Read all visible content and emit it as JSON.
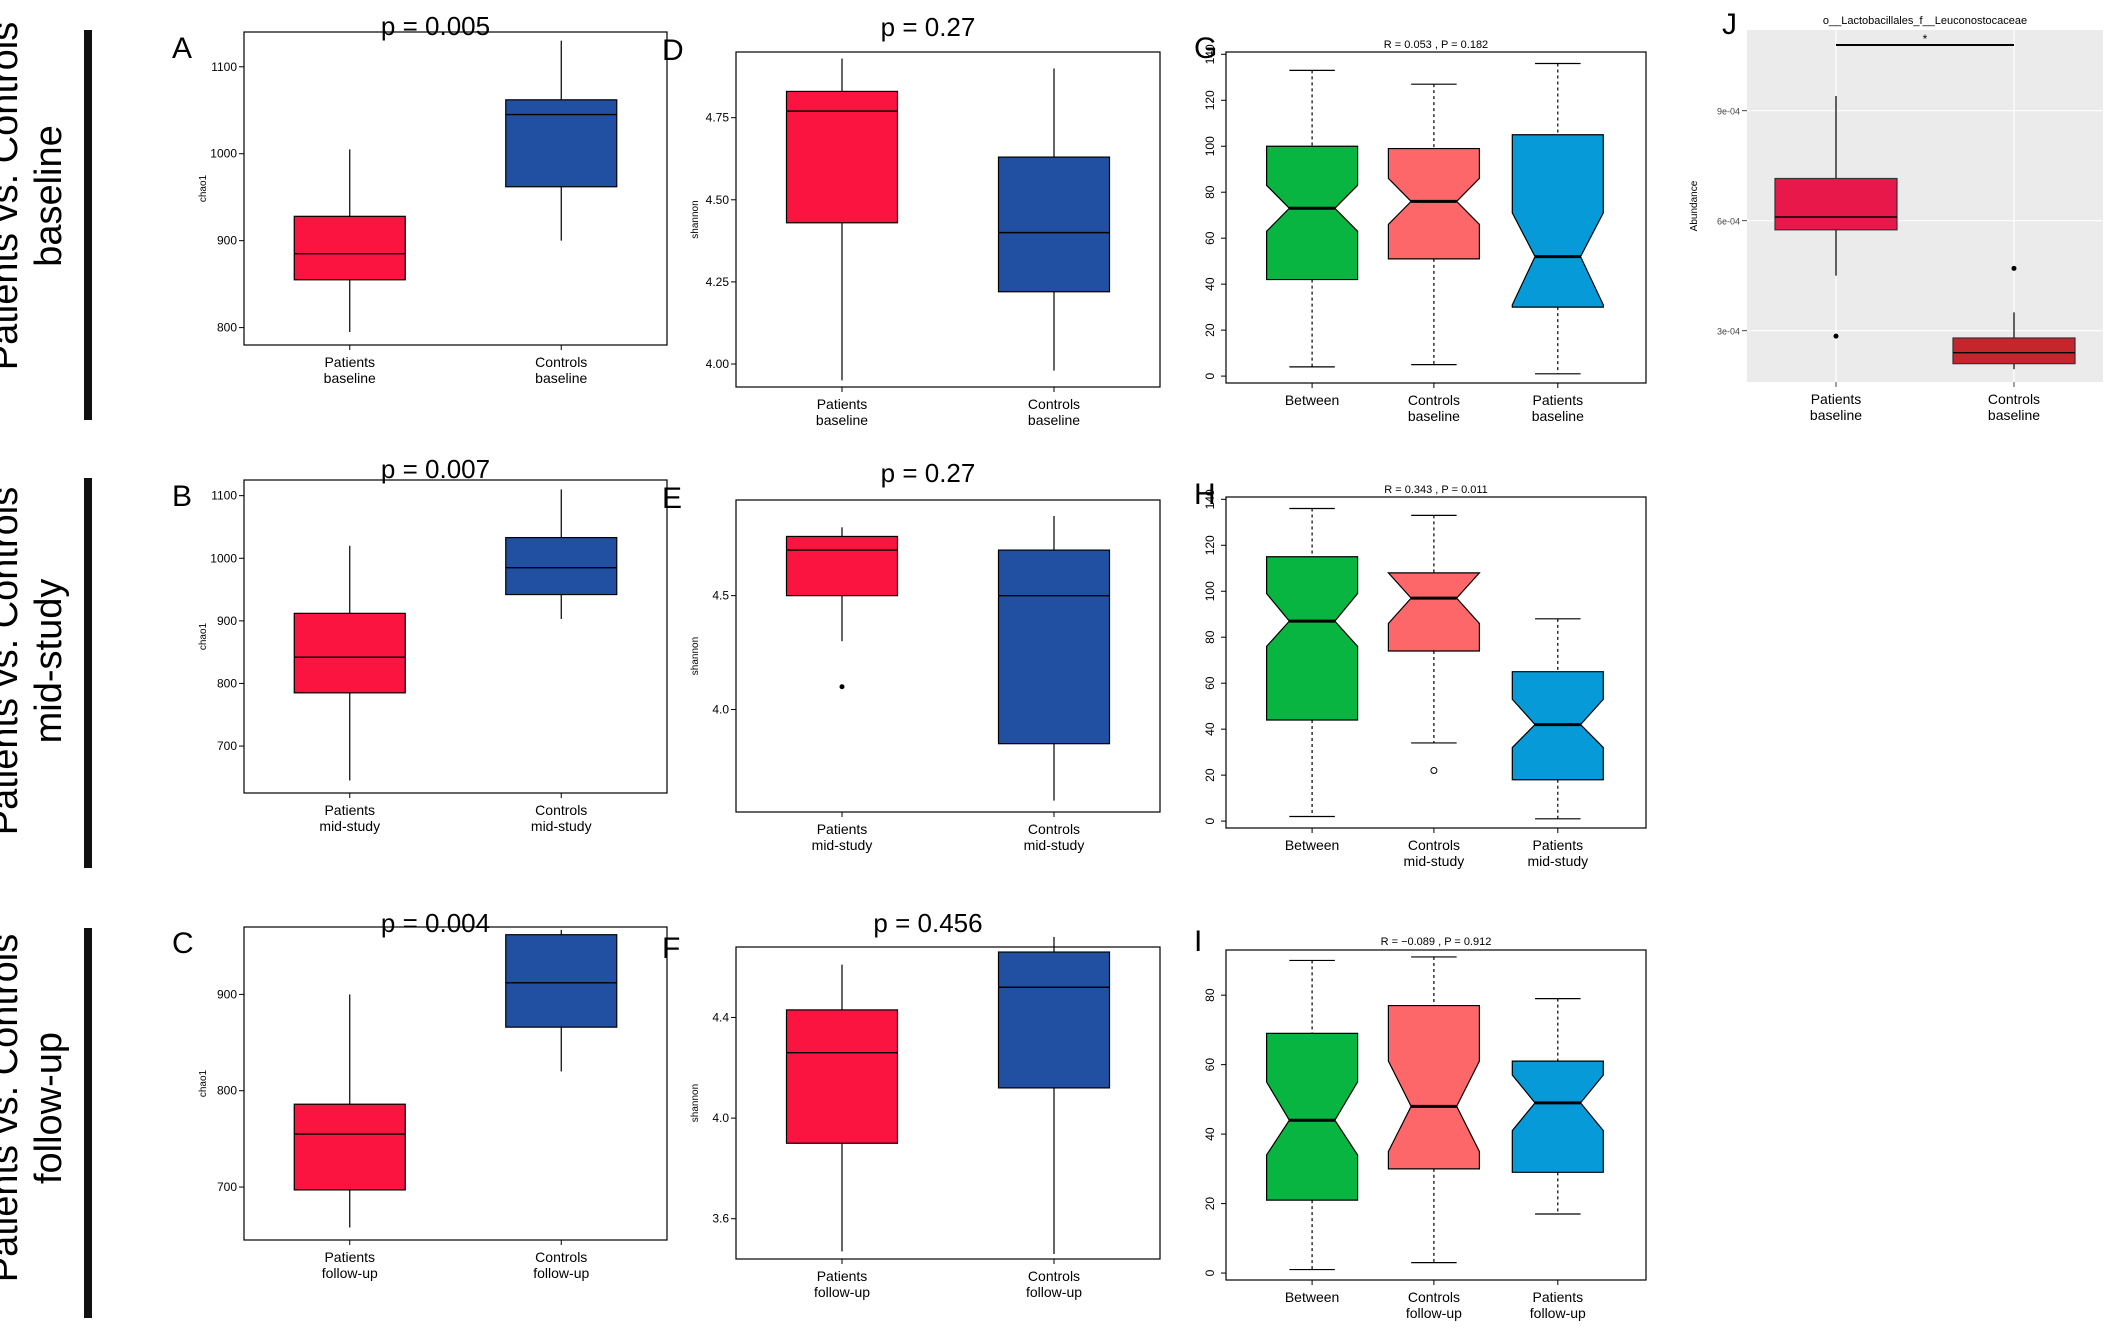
{
  "rows": [
    {
      "label": [
        "Patients vs. Controls",
        "baseline"
      ]
    },
    {
      "label": [
        "Patients vs. Controls",
        "mid-study"
      ]
    },
    {
      "label": [
        "Patients vs. Controls",
        "follow-up"
      ]
    }
  ],
  "colors": {
    "patients_red": "#fb1440",
    "controls_blue": "#2150a3",
    "between_green": "#07b540",
    "controls_salmon": "#fd6769",
    "patients_cyan": "#069bd8",
    "panel_j_red": "#e8194a",
    "panel_j_darkred": "#c4262b",
    "gg_panel": "#ebebeb"
  },
  "chart_data": [
    {
      "panel": "A",
      "type": "box",
      "title": "p = 0.005",
      "ylabel": "chao1",
      "ylim": [
        780,
        1140
      ],
      "yticks": [
        800,
        900,
        1000,
        1100
      ],
      "categories": [
        [
          "Patients",
          "baseline"
        ],
        [
          "Controls",
          "baseline"
        ]
      ],
      "boxes": [
        {
          "min": 795,
          "q1": 855,
          "median": 885,
          "q3": 928,
          "max": 1005,
          "color": "#fb1440"
        },
        {
          "min": 900,
          "q1": 962,
          "median": 1045,
          "q3": 1062,
          "max": 1130,
          "color": "#2150a3"
        }
      ]
    },
    {
      "panel": "B",
      "type": "box",
      "title": "p = 0.007",
      "ylabel": "chao1",
      "ylim": [
        625,
        1125
      ],
      "yticks": [
        700,
        800,
        900,
        1000,
        1100
      ],
      "categories": [
        [
          "Patients",
          "mid-study"
        ],
        [
          "Controls",
          "mid-study"
        ]
      ],
      "boxes": [
        {
          "min": 645,
          "q1": 785,
          "median": 842,
          "q3": 912,
          "max": 1020,
          "color": "#fb1440"
        },
        {
          "min": 903,
          "q1": 942,
          "median": 985,
          "q3": 1033,
          "max": 1110,
          "color": "#2150a3"
        }
      ]
    },
    {
      "panel": "C",
      "type": "box",
      "title": "p = 0.004",
      "ylabel": "chao1",
      "ylim": [
        645,
        970
      ],
      "yticks": [
        700,
        800,
        900
      ],
      "categories": [
        [
          "Patients",
          "follow-up"
        ],
        [
          "Controls",
          "follow-up"
        ]
      ],
      "boxes": [
        {
          "min": 658,
          "q1": 697,
          "median": 755,
          "q3": 786,
          "max": 900,
          "color": "#fb1440"
        },
        {
          "min": 820,
          "q1": 866,
          "median": 912,
          "q3": 962,
          "max": 967,
          "color": "#2150a3"
        }
      ]
    },
    {
      "panel": "D",
      "type": "box",
      "title": "p = 0.27",
      "ylabel": "shannon",
      "ylim": [
        3.93,
        4.95
      ],
      "yticks": [
        4.0,
        4.25,
        4.5,
        4.75
      ],
      "ytick_labels": [
        "4.00",
        "4.25",
        "4.50",
        "4.75"
      ],
      "categories": [
        [
          "Patients",
          "baseline"
        ],
        [
          "Controls",
          "baseline"
        ]
      ],
      "boxes": [
        {
          "min": 3.95,
          "q1": 4.43,
          "median": 4.77,
          "q3": 4.83,
          "max": 4.93,
          "color": "#fb1440"
        },
        {
          "min": 3.98,
          "q1": 4.22,
          "median": 4.4,
          "q3": 4.63,
          "max": 4.9,
          "color": "#2150a3"
        }
      ]
    },
    {
      "panel": "E",
      "type": "box",
      "title": "p = 0.27",
      "ylabel": "shannon",
      "ylim": [
        3.55,
        4.92
      ],
      "yticks": [
        4.0,
        4.5
      ],
      "ytick_labels": [
        "4.0",
        "4.5"
      ],
      "categories": [
        [
          "Patients",
          "mid-study"
        ],
        [
          "Controls",
          "mid-study"
        ]
      ],
      "boxes": [
        {
          "min": 4.3,
          "q1": 4.5,
          "median": 4.7,
          "q3": 4.76,
          "max": 4.8,
          "color": "#fb1440",
          "outliers": [
            4.1
          ]
        },
        {
          "min": 3.6,
          "q1": 3.85,
          "median": 4.5,
          "q3": 4.7,
          "max": 4.85,
          "color": "#2150a3"
        }
      ]
    },
    {
      "panel": "F",
      "type": "box",
      "title": "p = 0.456",
      "ylabel": "shannon",
      "ylim": [
        3.44,
        4.68
      ],
      "yticks": [
        3.6,
        4.0,
        4.4
      ],
      "ytick_labels": [
        "3.6",
        "4.0",
        "4.4"
      ],
      "categories": [
        [
          "Patients",
          "follow-up"
        ],
        [
          "Controls",
          "follow-up"
        ]
      ],
      "boxes": [
        {
          "min": 3.47,
          "q1": 3.9,
          "median": 4.26,
          "q3": 4.43,
          "max": 4.61,
          "color": "#fb1440"
        },
        {
          "min": 3.46,
          "q1": 4.12,
          "median": 4.52,
          "q3": 4.66,
          "max": 4.72,
          "color": "#2150a3"
        }
      ]
    },
    {
      "panel": "G",
      "type": "notched-box",
      "title": "R = 0.053 ,  P = 0.182",
      "ylim": [
        -3,
        141
      ],
      "yticks": [
        0,
        20,
        40,
        60,
        80,
        100,
        120,
        140
      ],
      "categories": [
        [
          "Between"
        ],
        [
          "Controls",
          "baseline"
        ],
        [
          "Patients",
          "baseline"
        ]
      ],
      "boxes": [
        {
          "min": 4,
          "q1": 42,
          "median": 73,
          "q3": 100,
          "max": 133,
          "notch": [
            63,
            83
          ],
          "color": "#07b540"
        },
        {
          "min": 5,
          "q1": 51,
          "median": 76,
          "q3": 99,
          "max": 127,
          "notch": [
            66,
            86
          ],
          "color": "#fd6769"
        },
        {
          "min": 1,
          "q1": 30,
          "median": 52,
          "q3": 105,
          "max": 136,
          "notch": [
            31,
            71
          ],
          "color": "#069bd8"
        }
      ]
    },
    {
      "panel": "H",
      "type": "notched-box",
      "title": "R = 0.343 ,  P = 0.011",
      "ylim": [
        -3,
        141
      ],
      "yticks": [
        0,
        20,
        40,
        60,
        80,
        100,
        120,
        140
      ],
      "categories": [
        [
          "Between"
        ],
        [
          "Controls",
          "mid-study"
        ],
        [
          "Patients",
          "mid-study"
        ]
      ],
      "boxes": [
        {
          "min": 2,
          "q1": 44,
          "median": 87,
          "q3": 115,
          "max": 136,
          "notch": [
            76,
            99
          ],
          "color": "#07b540"
        },
        {
          "min": 34,
          "q1": 74,
          "median": 97,
          "q3": 108,
          "max": 133,
          "notch": [
            86,
            108
          ],
          "color": "#fd6769",
          "outliers": [
            22
          ]
        },
        {
          "min": 1,
          "q1": 18,
          "median": 42,
          "q3": 65,
          "max": 88,
          "notch": [
            32,
            53
          ],
          "color": "#069bd8"
        }
      ]
    },
    {
      "panel": "I",
      "type": "notched-box",
      "title": "R = −0.089 ,  P = 0.912",
      "ylim": [
        -2,
        93
      ],
      "yticks": [
        0,
        20,
        40,
        60,
        80
      ],
      "categories": [
        [
          "Between"
        ],
        [
          "Controls",
          "follow-up"
        ],
        [
          "Patients",
          "follow-up"
        ]
      ],
      "boxes": [
        {
          "min": 1,
          "q1": 21,
          "median": 44,
          "q3": 69,
          "max": 90,
          "notch": [
            34,
            55
          ],
          "color": "#07b540"
        },
        {
          "min": 3,
          "q1": 30,
          "median": 48,
          "q3": 77,
          "max": 91,
          "notch": [
            35,
            61
          ],
          "color": "#fd6769"
        },
        {
          "min": 17,
          "q1": 29,
          "median": 49,
          "q3": 61,
          "max": 79,
          "notch": [
            41,
            57
          ],
          "color": "#069bd8"
        }
      ]
    },
    {
      "panel": "J",
      "type": "box",
      "title": "o__Lactobacillales_f__Leuconostocaceae",
      "ylabel": "Abundance",
      "ylim": [
        0.00016,
        0.00112
      ],
      "yticks": [
        0.0003,
        0.0006,
        0.0009
      ],
      "ytick_labels": [
        "3e-04",
        "6e-04",
        "9e-04"
      ],
      "significance": "*",
      "categories": [
        [
          "Patients",
          "baseline"
        ],
        [
          "Controls",
          "baseline"
        ]
      ],
      "boxes": [
        {
          "min": 0.00045,
          "q1": 0.000575,
          "median": 0.00061,
          "q3": 0.000715,
          "max": 0.00094,
          "color": "#e8194a",
          "outliers": [
            0.000285
          ]
        },
        {
          "min": 0.000195,
          "q1": 0.00021,
          "median": 0.00024,
          "q3": 0.00028,
          "max": 0.00035,
          "color": "#c4262b",
          "outliers": [
            0.00047
          ]
        }
      ]
    }
  ]
}
